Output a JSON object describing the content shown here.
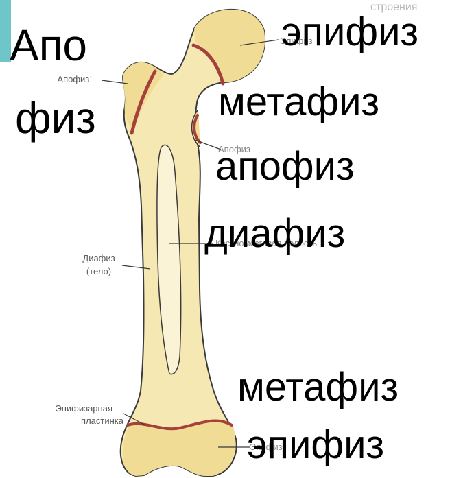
{
  "overlay_labels": {
    "apo": "Апо",
    "fiz": "физ",
    "epifiz_top": "эпифиз",
    "metafiz_top": "метафиз",
    "apofiz": "апофиз",
    "diafiz": "диафиз",
    "metafiz_bottom": "метафиз",
    "epifiz_bottom": "эпифиз"
  },
  "diagram_labels": {
    "apofiz_left": "Апофиз¹",
    "diafiz": "Диафиз",
    "diafiz_sub": "(тело)",
    "epifizarnaya_1": "Эпифизарная",
    "epifizarnaya_2": "пластинка",
    "epifiz_small": "Эпифиз",
    "apofiz_right": "Апофиз",
    "kostnomozg": "Костномозговая полость",
    "top_faint": "строения"
  },
  "colors": {
    "bone_fill": "#f6e8b3",
    "epiphysis_fill": "#f1dc95",
    "growth_plate": "#a5413a",
    "outline": "#3a3a3a",
    "accent": "#6fc6c9"
  }
}
